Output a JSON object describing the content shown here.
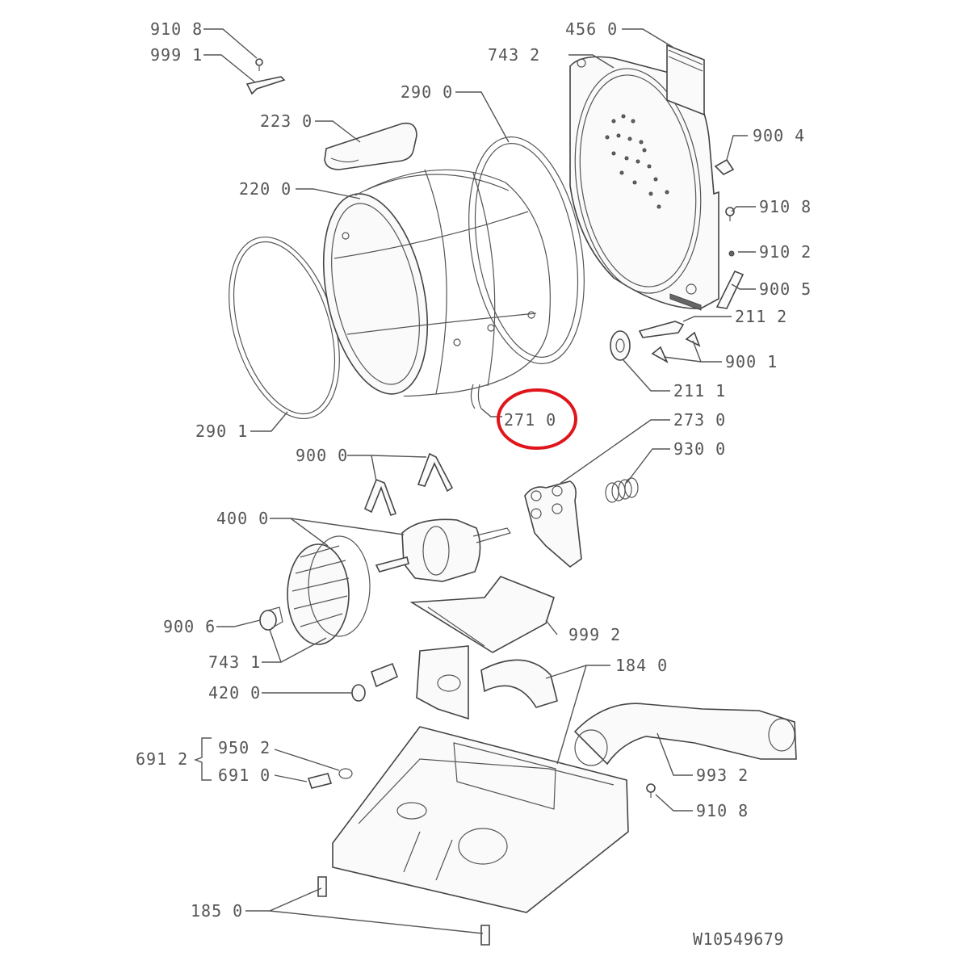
{
  "callouts": [
    {
      "id": "910-8-top",
      "text": "910 8"
    },
    {
      "id": "999-1",
      "text": "999 1"
    },
    {
      "id": "456-0",
      "text": "456 0"
    },
    {
      "id": "743-2",
      "text": "743 2"
    },
    {
      "id": "290-0",
      "text": "290 0"
    },
    {
      "id": "223-0",
      "text": "223 0"
    },
    {
      "id": "900-4",
      "text": "900 4"
    },
    {
      "id": "220-0",
      "text": "220 0"
    },
    {
      "id": "910-8-right",
      "text": "910 8"
    },
    {
      "id": "910-2",
      "text": "910 2"
    },
    {
      "id": "900-5",
      "text": "900 5"
    },
    {
      "id": "211-2",
      "text": "211 2"
    },
    {
      "id": "900-1",
      "text": "900 1"
    },
    {
      "id": "211-1",
      "text": "211 1"
    },
    {
      "id": "290-1",
      "text": "290 1"
    },
    {
      "id": "271-0",
      "text": "271 0"
    },
    {
      "id": "273-0",
      "text": "273 0"
    },
    {
      "id": "900-0",
      "text": "900 0"
    },
    {
      "id": "930-0",
      "text": "930 0"
    },
    {
      "id": "400-0",
      "text": "400 0"
    },
    {
      "id": "900-6",
      "text": "900 6"
    },
    {
      "id": "999-2",
      "text": "999 2"
    },
    {
      "id": "743-1",
      "text": "743 1"
    },
    {
      "id": "184-0",
      "text": "184 0"
    },
    {
      "id": "420-0",
      "text": "420 0"
    },
    {
      "id": "691-2",
      "text": "691 2"
    },
    {
      "id": "950-2",
      "text": "950 2"
    },
    {
      "id": "691-0",
      "text": "691 0"
    },
    {
      "id": "993-2",
      "text": "993 2"
    },
    {
      "id": "910-8-bottom",
      "text": "910 8"
    },
    {
      "id": "185-0",
      "text": "185 0"
    }
  ],
  "drawing_number": "W10549679",
  "highlight": {
    "target": "271 0",
    "color": "#e0151b"
  },
  "colors": {
    "line": "#555555",
    "part": "#444444",
    "highlight": "#e0151b"
  }
}
